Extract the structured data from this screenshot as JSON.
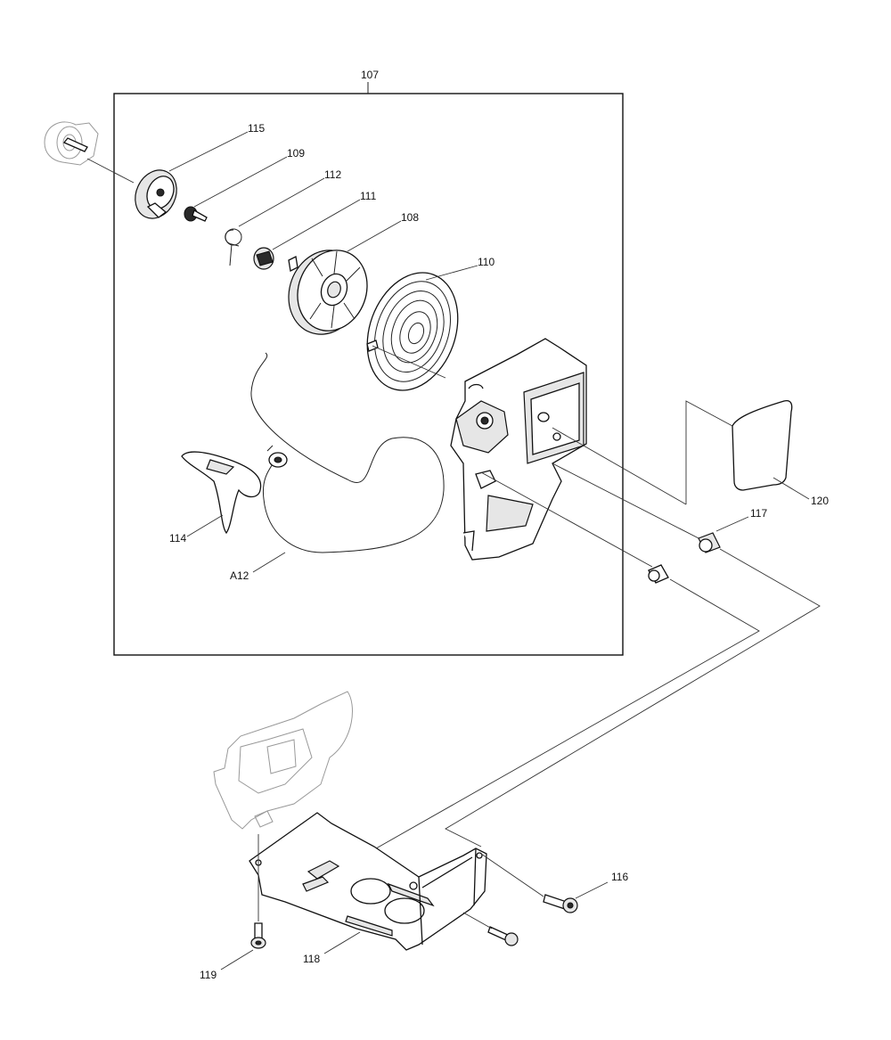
{
  "diagram": {
    "callouts": {
      "c107": "107",
      "c115": "115",
      "c109": "109",
      "c112": "112",
      "c111": "111",
      "c108": "108",
      "c110": "110",
      "c114": "114",
      "cA12": "A12",
      "c120": "120",
      "c117": "117",
      "c116": "116",
      "c118": "118",
      "c119": "119"
    }
  }
}
